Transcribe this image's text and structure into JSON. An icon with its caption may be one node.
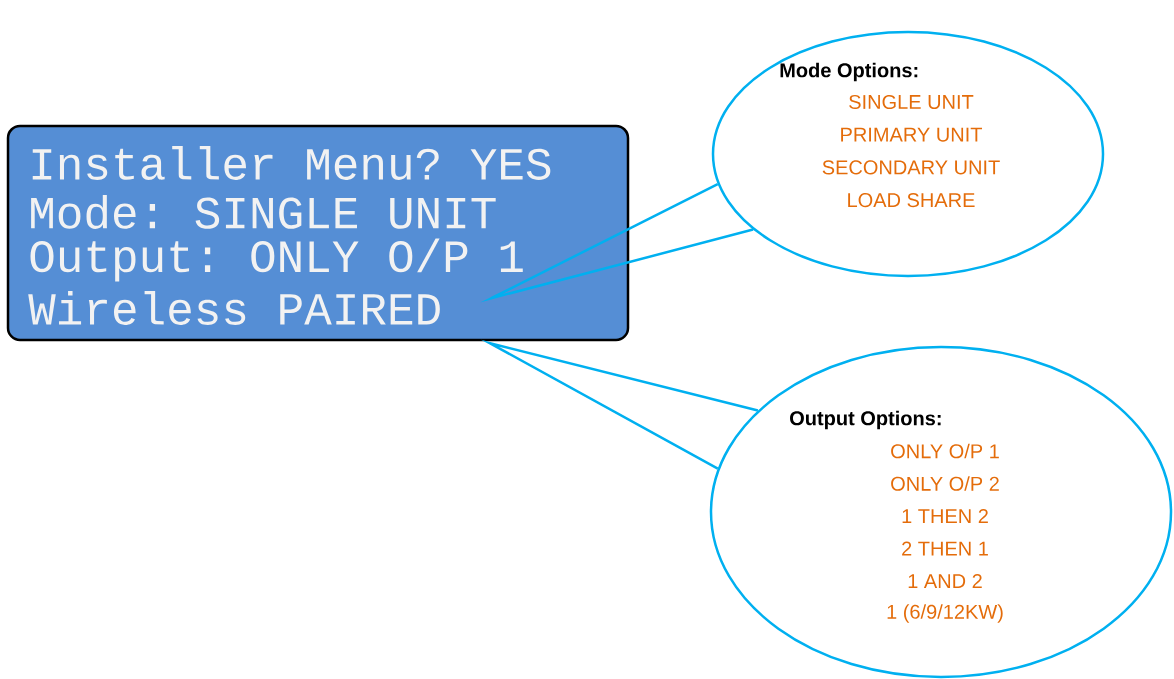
{
  "diagram": {
    "nodes": [
      {
        "text": [
          "Installer Menu? YES",
          "Mode: SINGLE UNIT",
          "Output: ONLY O/P 1",
          "Wireless PAIRED"
        ]
      },
      {
        "text": [
          "Mode Options:",
          "SINGLE UNIT",
          "PRIMARY UNIT",
          "SECONDARY UNIT",
          "LOAD SHARE"
        ]
      },
      {
        "text": [
          "Output Options:",
          "ONLY O/P 1",
          "ONLY O/P 2",
          "1 THEN 2",
          "2 THEN 1",
          "1 AND 2",
          "1 (6/9/12KW)"
        ]
      }
    ],
    "edges": [
      {
        "from": 1,
        "to": 0,
        "arrow": "none"
      },
      {
        "from": 2,
        "to": 0,
        "arrow": "none"
      }
    ]
  }
}
